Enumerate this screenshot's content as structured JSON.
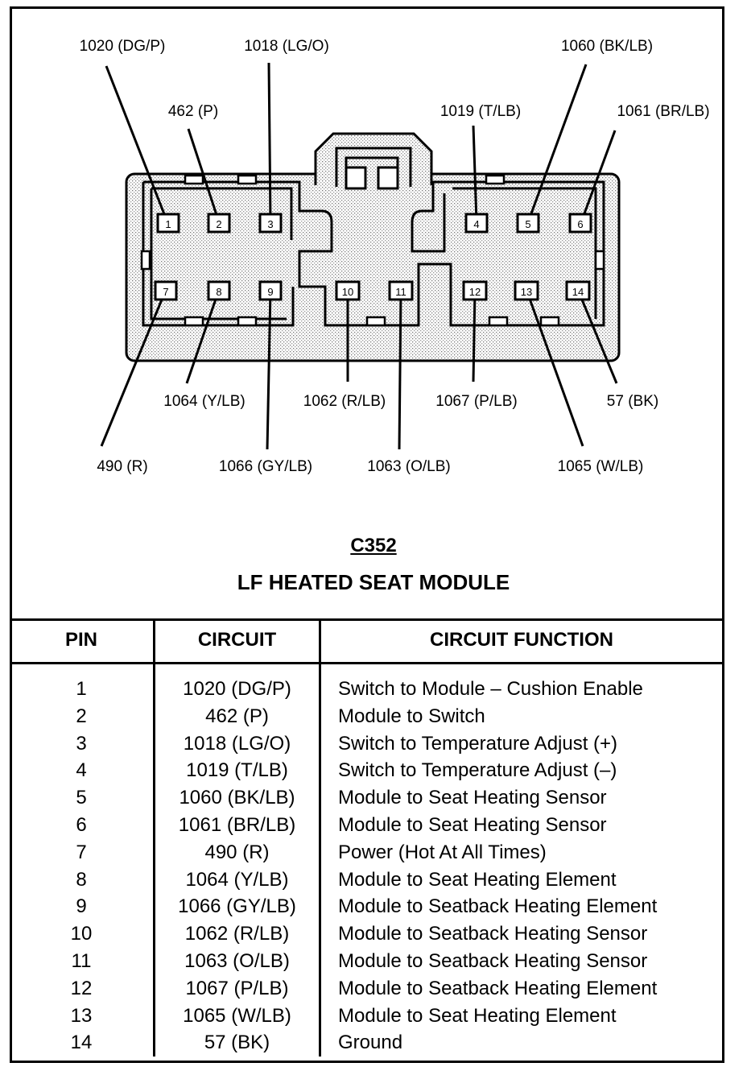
{
  "connector": {
    "id": "C352",
    "name": "LF HEATED SEAT MODULE"
  },
  "wire_labels": [
    {
      "pin": "1",
      "text": "1020 (DG/P)"
    },
    {
      "pin": "2",
      "text": "462 (P)"
    },
    {
      "pin": "3",
      "text": "1018 (LG/O)"
    },
    {
      "pin": "4",
      "text": "1019 (T/LB)"
    },
    {
      "pin": "5",
      "text": "1060 (BK/LB)"
    },
    {
      "pin": "6",
      "text": "1061 (BR/LB)"
    },
    {
      "pin": "7",
      "text": "490 (R)"
    },
    {
      "pin": "8",
      "text": "1064 (Y/LB)"
    },
    {
      "pin": "9",
      "text": "1066 (GY/LB)"
    },
    {
      "pin": "10",
      "text": "1062 (R/LB)"
    },
    {
      "pin": "11",
      "text": "1063 (O/LB)"
    },
    {
      "pin": "12",
      "text": "1067 (P/LB)"
    },
    {
      "pin": "13",
      "text": "1065 (W/LB)"
    },
    {
      "pin": "14",
      "text": "57 (BK)"
    }
  ],
  "table": {
    "headers": {
      "pin": "PIN",
      "circuit": "CIRCUIT",
      "function": "CIRCUIT FUNCTION"
    },
    "rows": [
      {
        "pin": "1",
        "circuit": "1020 (DG/P)",
        "function": "Switch to Module – Cushion Enable"
      },
      {
        "pin": "2",
        "circuit": "462 (P)",
        "function": "Module to Switch"
      },
      {
        "pin": "3",
        "circuit": "1018 (LG/O)",
        "function": "Switch to Temperature Adjust (+)"
      },
      {
        "pin": "4",
        "circuit": "1019 (T/LB)",
        "function": "Switch to Temperature Adjust (–)"
      },
      {
        "pin": "5",
        "circuit": "1060 (BK/LB)",
        "function": "Module to Seat Heating Sensor"
      },
      {
        "pin": "6",
        "circuit": "1061 (BR/LB)",
        "function": "Module to Seat Heating Sensor"
      },
      {
        "pin": "7",
        "circuit": "490 (R)",
        "function": "Power (Hot At All Times)"
      },
      {
        "pin": "8",
        "circuit": "1064 (Y/LB)",
        "function": "Module to Seat Heating Element"
      },
      {
        "pin": "9",
        "circuit": "1066 (GY/LB)",
        "function": "Module to Seatback Heating Element"
      },
      {
        "pin": "10",
        "circuit": "1062 (R/LB)",
        "function": "Module to Seatback Heating Sensor"
      },
      {
        "pin": "11",
        "circuit": "1063 (O/LB)",
        "function": "Module to Seatback Heating Sensor"
      },
      {
        "pin": "12",
        "circuit": "1067 (P/LB)",
        "function": "Module to Seatback Heating Element"
      },
      {
        "pin": "13",
        "circuit": "1065 (W/LB)",
        "function": "Module to Seat Heating Element"
      },
      {
        "pin": "14",
        "circuit": "57 (BK)",
        "function": "Ground"
      }
    ]
  }
}
